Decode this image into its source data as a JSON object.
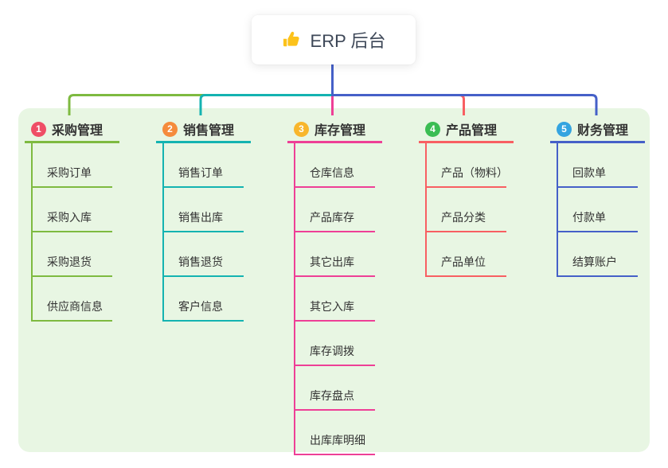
{
  "root": {
    "title": "ERP 后台",
    "icon": "thumbs-up-icon"
  },
  "branches": [
    {
      "num": "1",
      "label": "采购管理",
      "line_color": "#7eba40",
      "badge_color": "#ef4e66",
      "items": [
        "采购订单",
        "采购入库",
        "采购退货",
        "供应商信息"
      ]
    },
    {
      "num": "2",
      "label": "销售管理",
      "line_color": "#14b3b1",
      "badge_color": "#f58b3c",
      "items": [
        "销售订单",
        "销售出库",
        "销售退货",
        "客户信息"
      ]
    },
    {
      "num": "3",
      "label": "库存管理",
      "line_color": "#ee3f96",
      "badge_color": "#f8b62c",
      "items": [
        "仓库信息",
        "产品库存",
        "其它出库",
        "其它入库",
        "库存调拨",
        "库存盘点",
        "出库库明细"
      ]
    },
    {
      "num": "4",
      "label": "产品管理",
      "line_color": "#f85f62",
      "badge_color": "#3bbd53",
      "items": [
        "产品（物料）",
        "产品分类",
        "产品单位"
      ]
    },
    {
      "num": "5",
      "label": "财务管理",
      "line_color": "#4560c8",
      "badge_color": "#34a4e0",
      "items": [
        "回款单",
        "付款单",
        "结算账户"
      ]
    }
  ],
  "colors": {
    "panel_bg": "#e8f6e3",
    "root_connector": "#4560c8",
    "icon_yellow": "#fcc21b"
  }
}
